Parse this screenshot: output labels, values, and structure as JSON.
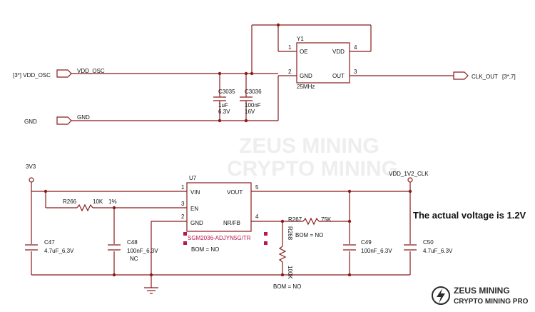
{
  "top": {
    "vdd_port_left": "[3*] VDD_OSC",
    "vdd_net": "VDD_OSC",
    "gnd_port_left": "GND",
    "gnd_net": "GND",
    "c3035": {
      "ref": "C3035",
      "value": "1uF",
      "volt": "6.3V"
    },
    "c3036": {
      "ref": "C3036",
      "value": "100nF",
      "volt": "16V"
    },
    "y1": {
      "ref": "Y1",
      "freq": "25MHz",
      "pin1": "1",
      "pin2": "2",
      "pin3": "3",
      "pin4": "4",
      "oe": "OE",
      "gnd": "GND",
      "vdd": "VDD",
      "out": "OUT"
    },
    "clk_out": "CLK_OUT",
    "clk_out_ref": "[3*,7]"
  },
  "bottom": {
    "rail_in": "3V3",
    "rail_out": "VDD_1V2_CLK",
    "u7": {
      "ref": "U7",
      "part": "SGM2036-ADJYN5G/TR",
      "bom": "BOM = NO",
      "pins": {
        "vin": "VIN",
        "en": "EN",
        "gnd": "GND",
        "vout": "VOUT",
        "nrfb": "NR/FB"
      },
      "nums": {
        "p1": "1",
        "p2": "2",
        "p3": "3",
        "p4": "4",
        "p5": "5"
      }
    },
    "r266": {
      "ref": "R266",
      "value": "10K",
      "tol": "1%"
    },
    "r267": {
      "ref": "R267",
      "value": "75K",
      "bom": "BOM = NO"
    },
    "r268": {
      "ref": "R268",
      "value": "100K",
      "bom": "BOM = NO"
    },
    "c47": {
      "ref": "C47",
      "value": "4.7uF_6.3V"
    },
    "c48": {
      "ref": "C48",
      "value": "100nF_6.3V",
      "note": "NC"
    },
    "c49": {
      "ref": "C49",
      "value": "100nF_6.3V"
    },
    "c50": {
      "ref": "C50",
      "value": "4.7uF_6.3V"
    }
  },
  "annotation": "The actual voltage is 1.2V",
  "watermark": {
    "line1": "ZEUS MINING",
    "line2": "CRYPTO MINING"
  },
  "logo": {
    "line1": "ZEUS MINING",
    "line2": "CRYPTO MINING PRO"
  }
}
